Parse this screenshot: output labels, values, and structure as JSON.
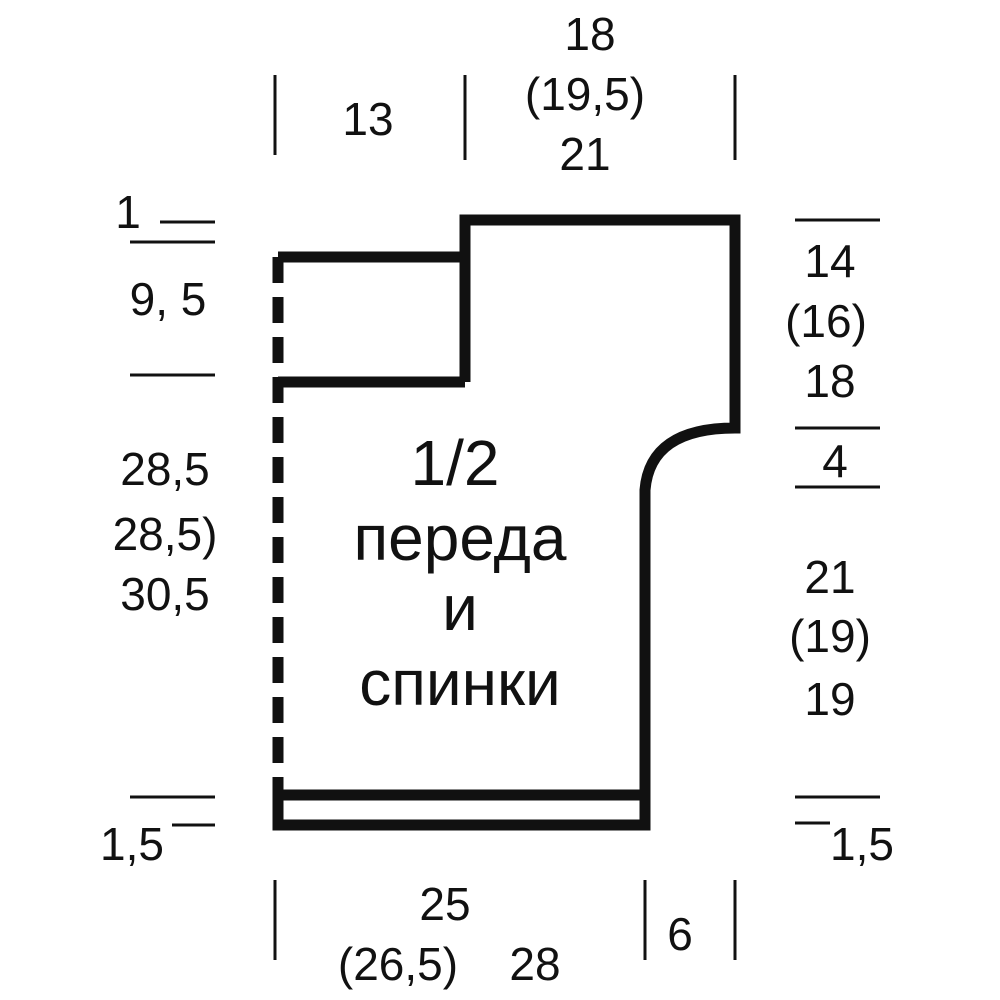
{
  "top": {
    "left_width": "13",
    "right_width": [
      "18",
      "(19,5)",
      "21"
    ]
  },
  "left": {
    "top_step": "1",
    "upper": "9, 5",
    "middle": [
      "28,5",
      "28,5)",
      "30,5"
    ],
    "bottom": "1,5"
  },
  "right": {
    "upper": [
      "14",
      "(16)",
      "18"
    ],
    "armhole": "4",
    "lower": [
      "21",
      "(19)",
      "19"
    ],
    "bottom": "1,5"
  },
  "bottom": {
    "width": [
      "25",
      "(26,5)",
      "28"
    ],
    "sleeve_offset": "6"
  },
  "center": {
    "title": "1/2",
    "lines": [
      "переда",
      "и",
      "спинки"
    ]
  },
  "colors": {
    "ink": "#111111",
    "background": "#ffffff"
  }
}
